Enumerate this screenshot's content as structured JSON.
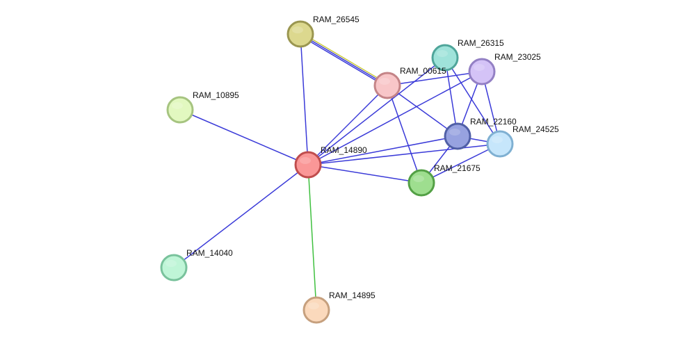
{
  "network": {
    "nodes": [
      {
        "id": "RAM_26545",
        "label": "RAM_26545",
        "fill": "#dcd88e",
        "stroke": "#9a9650"
      },
      {
        "id": "RAM_26315",
        "label": "RAM_26315",
        "fill": "#9fe3da",
        "stroke": "#4fa59a"
      },
      {
        "id": "RAM_23025",
        "label": "RAM_23025",
        "fill": "#d4c3f7",
        "stroke": "#9380c4"
      },
      {
        "id": "RAM_00615",
        "label": "RAM_00615",
        "fill": "#f8c6c8",
        "stroke": "#c48487"
      },
      {
        "id": "RAM_10895",
        "label": "RAM_10895",
        "fill": "#e2f8c0",
        "stroke": "#a6c480"
      },
      {
        "id": "RAM_22160",
        "label": "RAM_22160",
        "fill": "#97a2e0",
        "stroke": "#505fa6"
      },
      {
        "id": "RAM_24525",
        "label": "RAM_24525",
        "fill": "#c6e6fb",
        "stroke": "#7fb0d2"
      },
      {
        "id": "RAM_14890",
        "label": "RAM_14890",
        "fill": "#fa9797",
        "stroke": "#c04d4d"
      },
      {
        "id": "RAM_21675",
        "label": "RAM_21675",
        "fill": "#9ede8f",
        "stroke": "#53a045"
      },
      {
        "id": "RAM_14040",
        "label": "RAM_14040",
        "fill": "#bff5d7",
        "stroke": "#79c29c"
      },
      {
        "id": "RAM_14895",
        "label": "RAM_14895",
        "fill": "#fbd9bc",
        "stroke": "#c6a07e"
      }
    ],
    "edges": [
      {
        "source": "RAM_26545",
        "target": "RAM_00615",
        "colors": [
          "#c9c93a",
          "#3a3ad8",
          "#3a3ad8"
        ]
      },
      {
        "source": "RAM_26545",
        "target": "RAM_14890",
        "colors": [
          "#3a3ad8"
        ]
      },
      {
        "source": "RAM_10895",
        "target": "RAM_14890",
        "colors": [
          "#3a3ad8"
        ]
      },
      {
        "source": "RAM_14040",
        "target": "RAM_14890",
        "colors": [
          "#3a3ad8"
        ]
      },
      {
        "source": "RAM_14895",
        "target": "RAM_14890",
        "colors": [
          "#3fc03f"
        ]
      },
      {
        "source": "RAM_14890",
        "target": "RAM_00615",
        "colors": [
          "#3a3ad8"
        ]
      },
      {
        "source": "RAM_14890",
        "target": "RAM_26315",
        "colors": [
          "#3a3ad8"
        ]
      },
      {
        "source": "RAM_14890",
        "target": "RAM_23025",
        "colors": [
          "#3a3ad8"
        ]
      },
      {
        "source": "RAM_14890",
        "target": "RAM_22160",
        "colors": [
          "#3a3ad8"
        ]
      },
      {
        "source": "RAM_14890",
        "target": "RAM_24525",
        "colors": [
          "#3a3ad8"
        ]
      },
      {
        "source": "RAM_14890",
        "target": "RAM_21675",
        "colors": [
          "#3a3ad8"
        ]
      },
      {
        "source": "RAM_00615",
        "target": "RAM_23025",
        "colors": [
          "#3a3ad8"
        ]
      },
      {
        "source": "RAM_00615",
        "target": "RAM_22160",
        "colors": [
          "#3a3ad8"
        ]
      },
      {
        "source": "RAM_00615",
        "target": "RAM_21675",
        "colors": [
          "#3a3ad8"
        ]
      },
      {
        "source": "RAM_26315",
        "target": "RAM_22160",
        "colors": [
          "#3a3ad8"
        ]
      },
      {
        "source": "RAM_26315",
        "target": "RAM_24525",
        "colors": [
          "#3a3ad8"
        ]
      },
      {
        "source": "RAM_23025",
        "target": "RAM_22160",
        "colors": [
          "#3a3ad8"
        ]
      },
      {
        "source": "RAM_23025",
        "target": "RAM_24525",
        "colors": [
          "#3a3ad8"
        ]
      },
      {
        "source": "RAM_22160",
        "target": "RAM_24525",
        "colors": [
          "#3a3ad8"
        ]
      },
      {
        "source": "RAM_22160",
        "target": "RAM_21675",
        "colors": [
          "#3a3ad8"
        ]
      },
      {
        "source": "RAM_24525",
        "target": "RAM_21675",
        "colors": [
          "#3a3ad8"
        ]
      }
    ]
  }
}
